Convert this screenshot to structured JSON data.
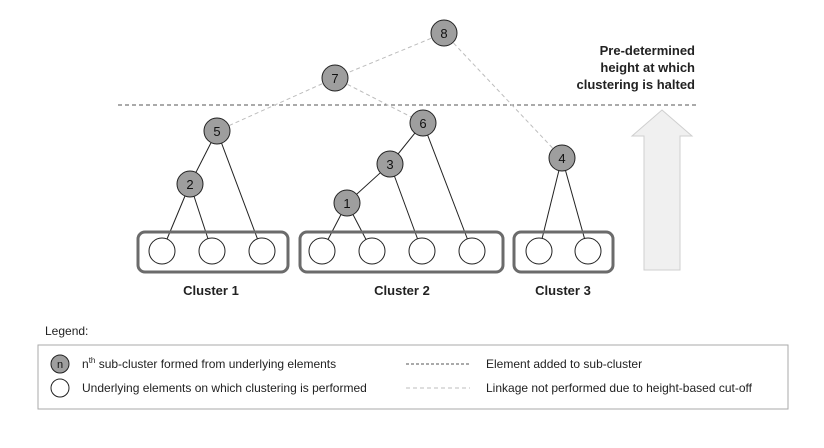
{
  "diagram": {
    "nodes": [
      {
        "id": "n1",
        "label": "1"
      },
      {
        "id": "n2",
        "label": "2"
      },
      {
        "id": "n3",
        "label": "3"
      },
      {
        "id": "n4",
        "label": "4"
      },
      {
        "id": "n5",
        "label": "5"
      },
      {
        "id": "n6",
        "label": "6"
      },
      {
        "id": "n7",
        "label": "7"
      },
      {
        "id": "n8",
        "label": "8"
      }
    ],
    "cutoff_note": [
      "Pre-determined",
      "height at which",
      "clustering is halted"
    ],
    "clusters": [
      {
        "label": "Cluster 1"
      },
      {
        "label": "Cluster 2"
      },
      {
        "label": "Cluster 3"
      }
    ],
    "legend": {
      "title": "Legend:",
      "node_symbol": "n",
      "node_sup": "th",
      "node_text": " sub-cluster  formed from underlying elements",
      "element_text": "Underlying elements on which clustering is performed",
      "solid_text": "Element added to sub-cluster",
      "dashed_text": "Linkage not performed due to height-based cut-off"
    }
  }
}
